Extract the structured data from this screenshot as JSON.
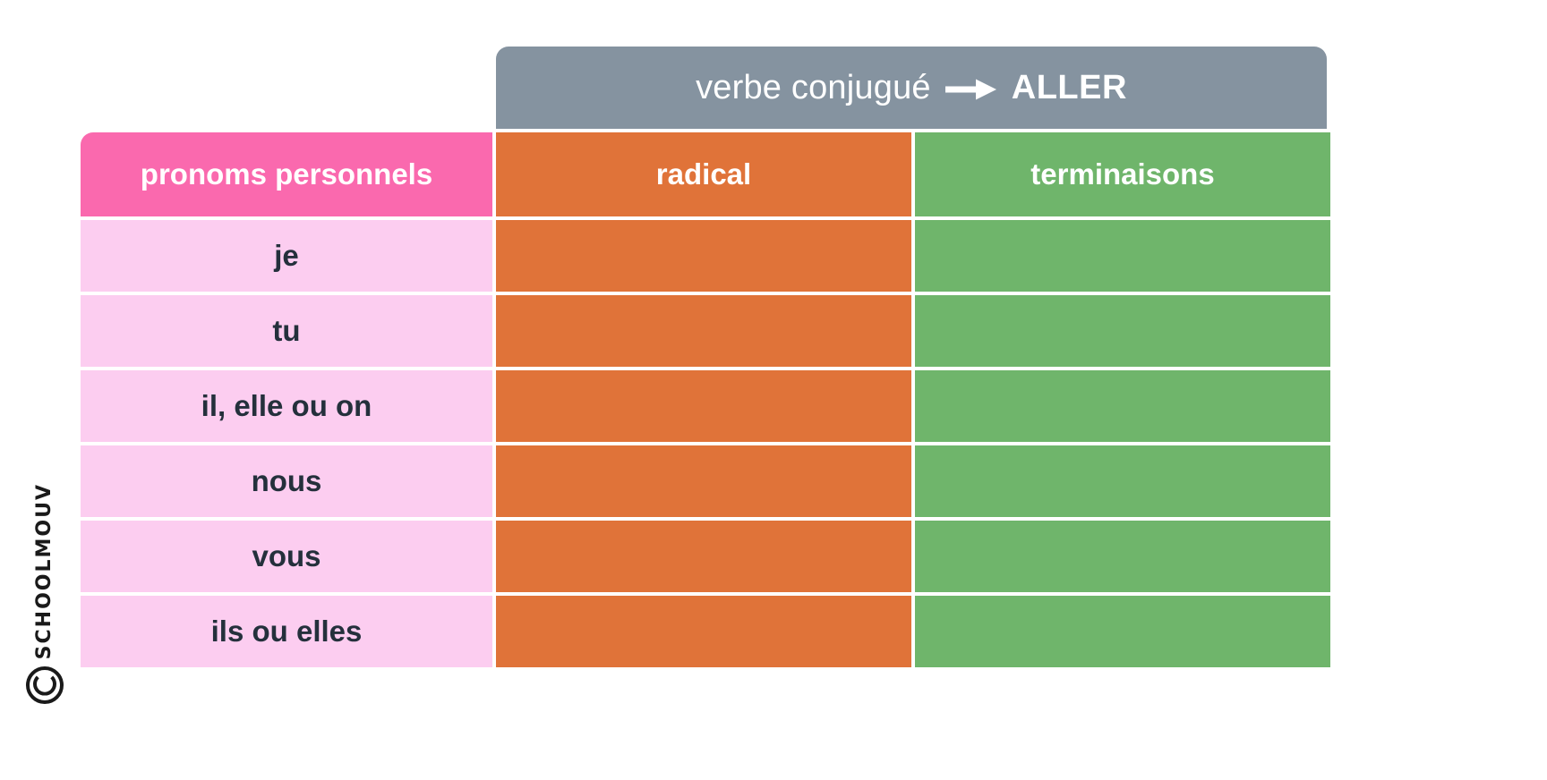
{
  "watermark": {
    "text": "SCHOOLMOUV",
    "mark": "copyright-symbol"
  },
  "banner": {
    "label": "verbe conjugué",
    "arrow_icon": "right-arrow-icon",
    "verb": "ALLER"
  },
  "table": {
    "headers": {
      "pronouns": "pronoms personnels",
      "stem": "radical",
      "endings": "terminaisons"
    },
    "rows": [
      {
        "pronoun": "je",
        "radical": "",
        "terminaison": ""
      },
      {
        "pronoun": "tu",
        "radical": "",
        "terminaison": ""
      },
      {
        "pronoun": "il, elle ou on",
        "radical": "",
        "terminaison": ""
      },
      {
        "pronoun": "nous",
        "radical": "",
        "terminaison": ""
      },
      {
        "pronoun": "vous",
        "radical": "",
        "terminaison": ""
      },
      {
        "pronoun": "ils ou elles",
        "radical": "",
        "terminaison": ""
      }
    ]
  },
  "colors": {
    "banner_gray": "#8593a0",
    "header_pink": "#fa69ae",
    "row_pink": "#fccdf0",
    "orange": "#e07339",
    "green": "#6fb56b",
    "text_dark": "#24303c"
  }
}
